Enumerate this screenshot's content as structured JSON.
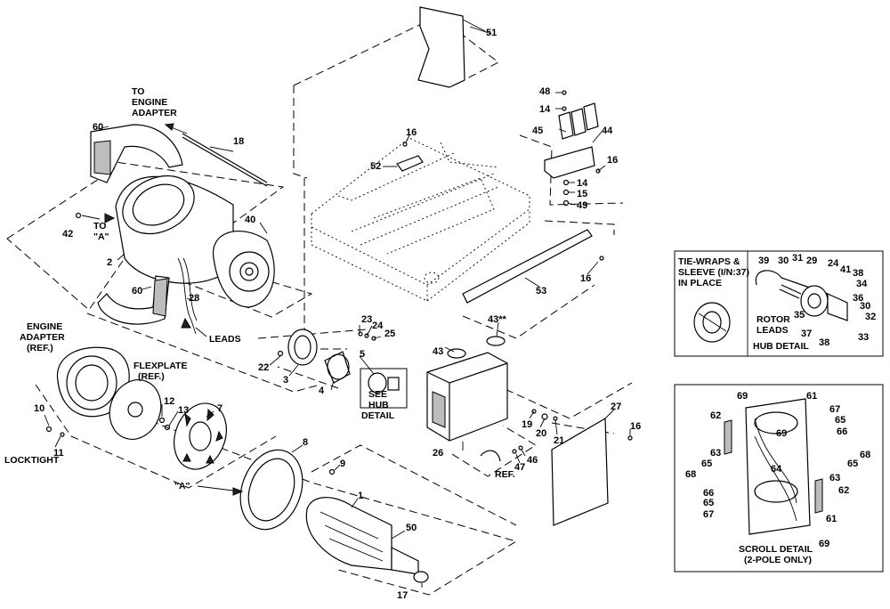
{
  "labels": {
    "to_engine_adapter": [
      "TO",
      "ENGINE",
      "ADAPTER"
    ],
    "to_a": [
      "TO",
      "\"A\""
    ],
    "leads": "LEADS",
    "engine_adapter_ref": [
      "ENGINE",
      "ADAPTER",
      "(REF.)"
    ],
    "flexplate_ref": [
      "FLEXPLATE",
      "(REF.)"
    ],
    "locktight": "LOCKTIGHT",
    "a_marker": "\"A\"",
    "see_hub_detail": [
      "SEE",
      "HUB",
      "DETAIL"
    ],
    "ref": "REF.",
    "tie_wraps": [
      "TIE-WRAPS &",
      "SLEEVE (I/N:37)",
      "IN PLACE"
    ],
    "rotor_leads": [
      "ROTOR",
      "LEADS"
    ],
    "hub_detail": "HUB DETAIL",
    "scroll_detail": [
      "SCROLL DETAIL",
      "(2-POLE ONLY)"
    ]
  },
  "part_numbers": {
    "n1": "1",
    "n2": "2",
    "n3": "3",
    "n4": "4",
    "n5": "5",
    "n7": "7",
    "n8": "8",
    "n9": "9",
    "n10": "10",
    "n11": "11",
    "n12": "12",
    "n13": "13",
    "n14a": "14",
    "n14b": "14",
    "n15": "15",
    "n16a": "16",
    "n16b": "16",
    "n16c": "16",
    "n16d": "16",
    "n17": "17",
    "n18": "18",
    "n19": "19",
    "n20": "20",
    "n21": "21",
    "n22": "22",
    "n23": "23",
    "n24": "24",
    "n25": "25",
    "n26": "26",
    "n27": "27",
    "n28": "28",
    "n40": "40",
    "n42": "42",
    "n43": "43",
    "n43s": "43**",
    "n44": "44",
    "n45": "45",
    "n46": "46",
    "n47": "47",
    "n48": "48",
    "n49": "49",
    "n50": "50",
    "n51": "51",
    "n52": "52",
    "n53": "53",
    "n60a": "60",
    "n60b": "60"
  },
  "hub_detail_numbers": {
    "h39": "39",
    "h30a": "30",
    "h31": "31",
    "h29": "29",
    "h24": "24",
    "h41": "41",
    "h38a": "38",
    "h34": "34",
    "h36": "36",
    "h30b": "30",
    "h32": "32",
    "h35": "35",
    "h37": "37",
    "h38b": "38",
    "h33": "33"
  },
  "scroll_detail_numbers": {
    "s69a": "69",
    "s61a": "61",
    "s62a": "62",
    "s67a": "67",
    "s65a": "65",
    "s66a": "66",
    "s69b": "69",
    "s63a": "63",
    "s68a": "68",
    "s65b": "65",
    "s68b": "68",
    "s65c": "65",
    "s64": "64",
    "s66b": "66",
    "s65d": "65",
    "s67b": "67",
    "s63b": "63",
    "s62b": "62",
    "s61b": "61",
    "s69c": "69"
  }
}
